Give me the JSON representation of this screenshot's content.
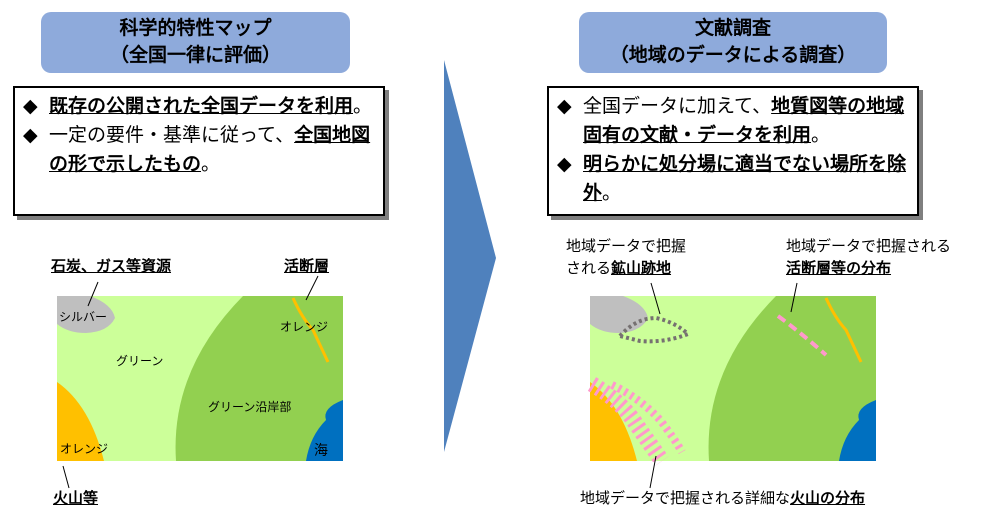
{
  "left": {
    "header_line1": "科学的特性マップ",
    "header_line2": "（全国一律に評価）",
    "bullet_mark": "◆",
    "b1_u": "既存の公開された全国データを利用",
    "b1_tail": "。",
    "b2_pre": "一定の要件・基準に従って、",
    "b2_u": "全国地図の形で示したもの",
    "b2_tail": "。",
    "label_resource": "石炭、ガス等資源",
    "label_fault": "活断層",
    "label_volcano": "火山等",
    "map": {
      "silver": "シルバー",
      "green": "グリーン",
      "orange_top": "オレンジ",
      "green_coastal": "グリーン沿岸部",
      "orange_bottom": "オレンジ",
      "sea": "海"
    }
  },
  "right": {
    "header_line1": "文献調査",
    "header_line2": "（地域のデータによる調査）",
    "bullet_mark": "◆",
    "b1_pre": "全国データに加えて、",
    "b1_u": "地質図等の地域固有の文献・データを利用",
    "b1_tail": "。",
    "b2_u": "明らかに処分場に適当でない場所を除外",
    "b2_tail": "。",
    "label_mine_line1": "地域データで把握",
    "label_mine_pre": "される",
    "label_mine_u": "鉱山跡地",
    "label_fault_line1": "地域データで把握される",
    "label_fault_u": "活断層等の分布",
    "label_volcano_pre": "地域データで把握される詳細な",
    "label_volcano_u": "火山の分布"
  },
  "colors": {
    "header_bg": "#8eaadb",
    "arrow": "#4f81bd",
    "light_green": "#ccff99",
    "green": "#92d050",
    "orange": "#ffc000",
    "silver": "#bfbfbf",
    "sea": "#0070c0",
    "pink": "#ff99cc"
  }
}
